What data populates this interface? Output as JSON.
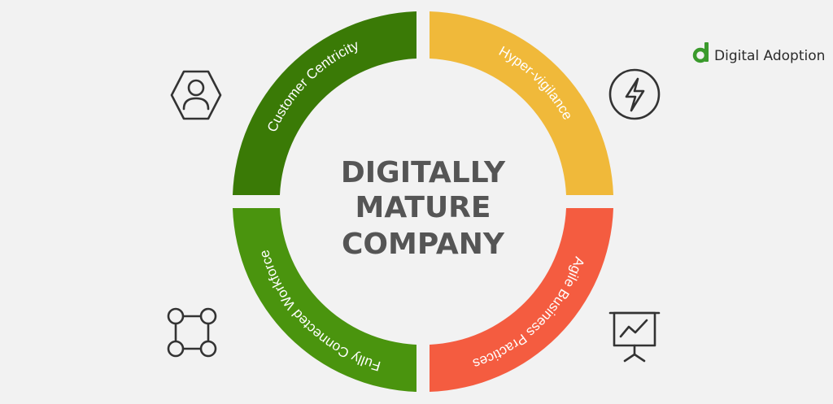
{
  "brand": {
    "name": "Digital Adoption",
    "logo_icon": "digital-adoption-logo-icon",
    "logo_color": "#3a9a2c"
  },
  "center": {
    "lines": [
      "DIGITALLY",
      "MATURE",
      "COMPANY"
    ],
    "color": "#555555"
  },
  "segments": [
    {
      "id": "customer-centricity",
      "label": "Customer Centricity",
      "color": "#3a7a06",
      "icon": "user-hexagon-icon"
    },
    {
      "id": "hyper-vigilance",
      "label": "Hyper-vigilance",
      "color": "#f0b93a",
      "icon": "lightning-circle-icon"
    },
    {
      "id": "agile-business-practices",
      "label": "Agile Business Practices",
      "color": "#f45c40",
      "icon": "presentation-chart-icon"
    },
    {
      "id": "fully-connected-workforce",
      "label": "Fully Connected Workforce",
      "color": "#4a940e",
      "icon": "connected-nodes-icon"
    }
  ]
}
